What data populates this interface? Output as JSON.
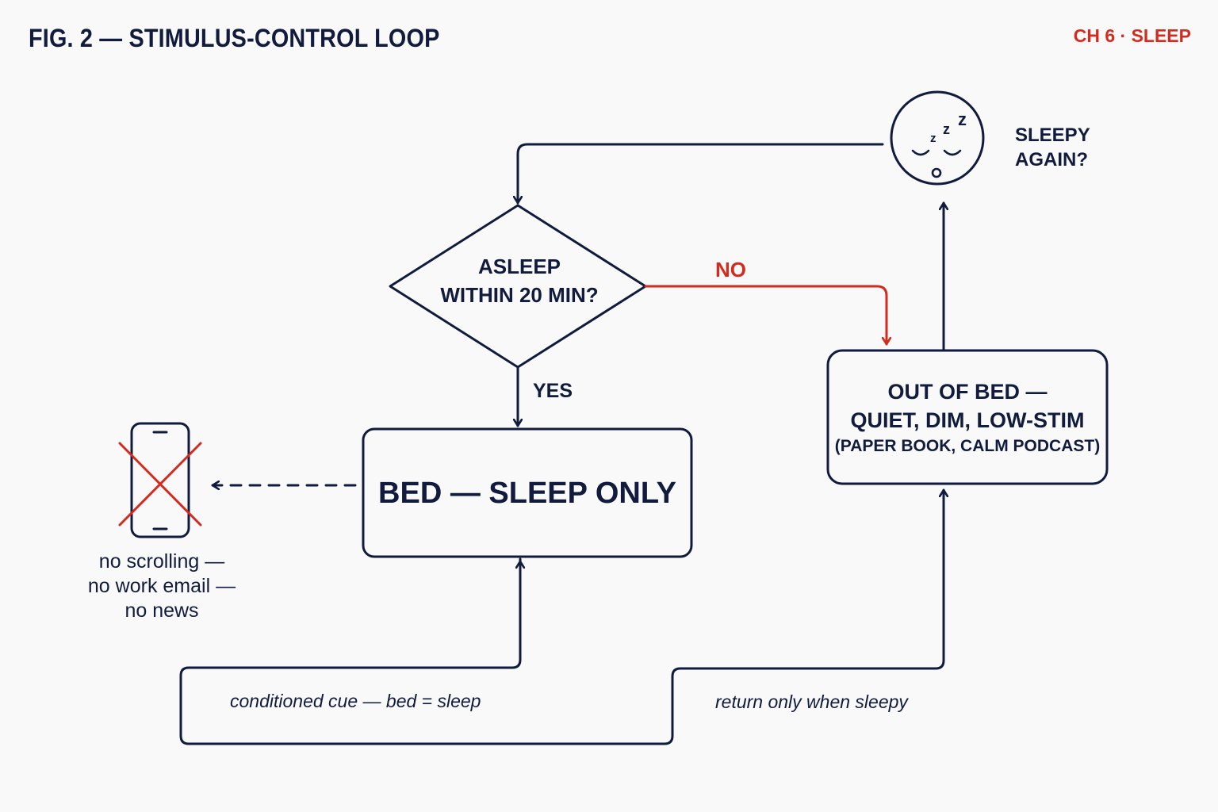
{
  "header": {
    "title": "FIG. 2 — STIMULUS-CONTROL LOOP",
    "chapter": "CH 6 · SLEEP"
  },
  "diagram": {
    "decision": {
      "question_line1": "ASLEEP",
      "question_line2": "WITHIN 20 MIN?",
      "yes_label": "YES",
      "no_label": "NO"
    },
    "bed_box": {
      "label": "BED — SLEEP ONLY"
    },
    "out_of_bed_box": {
      "line1": "OUT OF BED —",
      "line2": "QUIET, DIM, LOW-STIM",
      "line3": "(PAPER BOOK, CALM PODCAST)"
    },
    "sleepy_check": {
      "icon": "sleepy-face-icon",
      "line1": "SLEEPY",
      "line2": "AGAIN?"
    },
    "phone": {
      "icon": "crossed-out-phone-icon",
      "caption_line1": "no scrolling —",
      "caption_line2": "no work email —",
      "caption_line3": "no news"
    },
    "loop_labels": {
      "conditioned_cue": "conditioned cue — bed = sleep",
      "return_rule": "return only when sleepy"
    }
  },
  "colors": {
    "ink": "#101b3d",
    "accent_red": "#d42b1f",
    "background": "#f9f9f9"
  }
}
